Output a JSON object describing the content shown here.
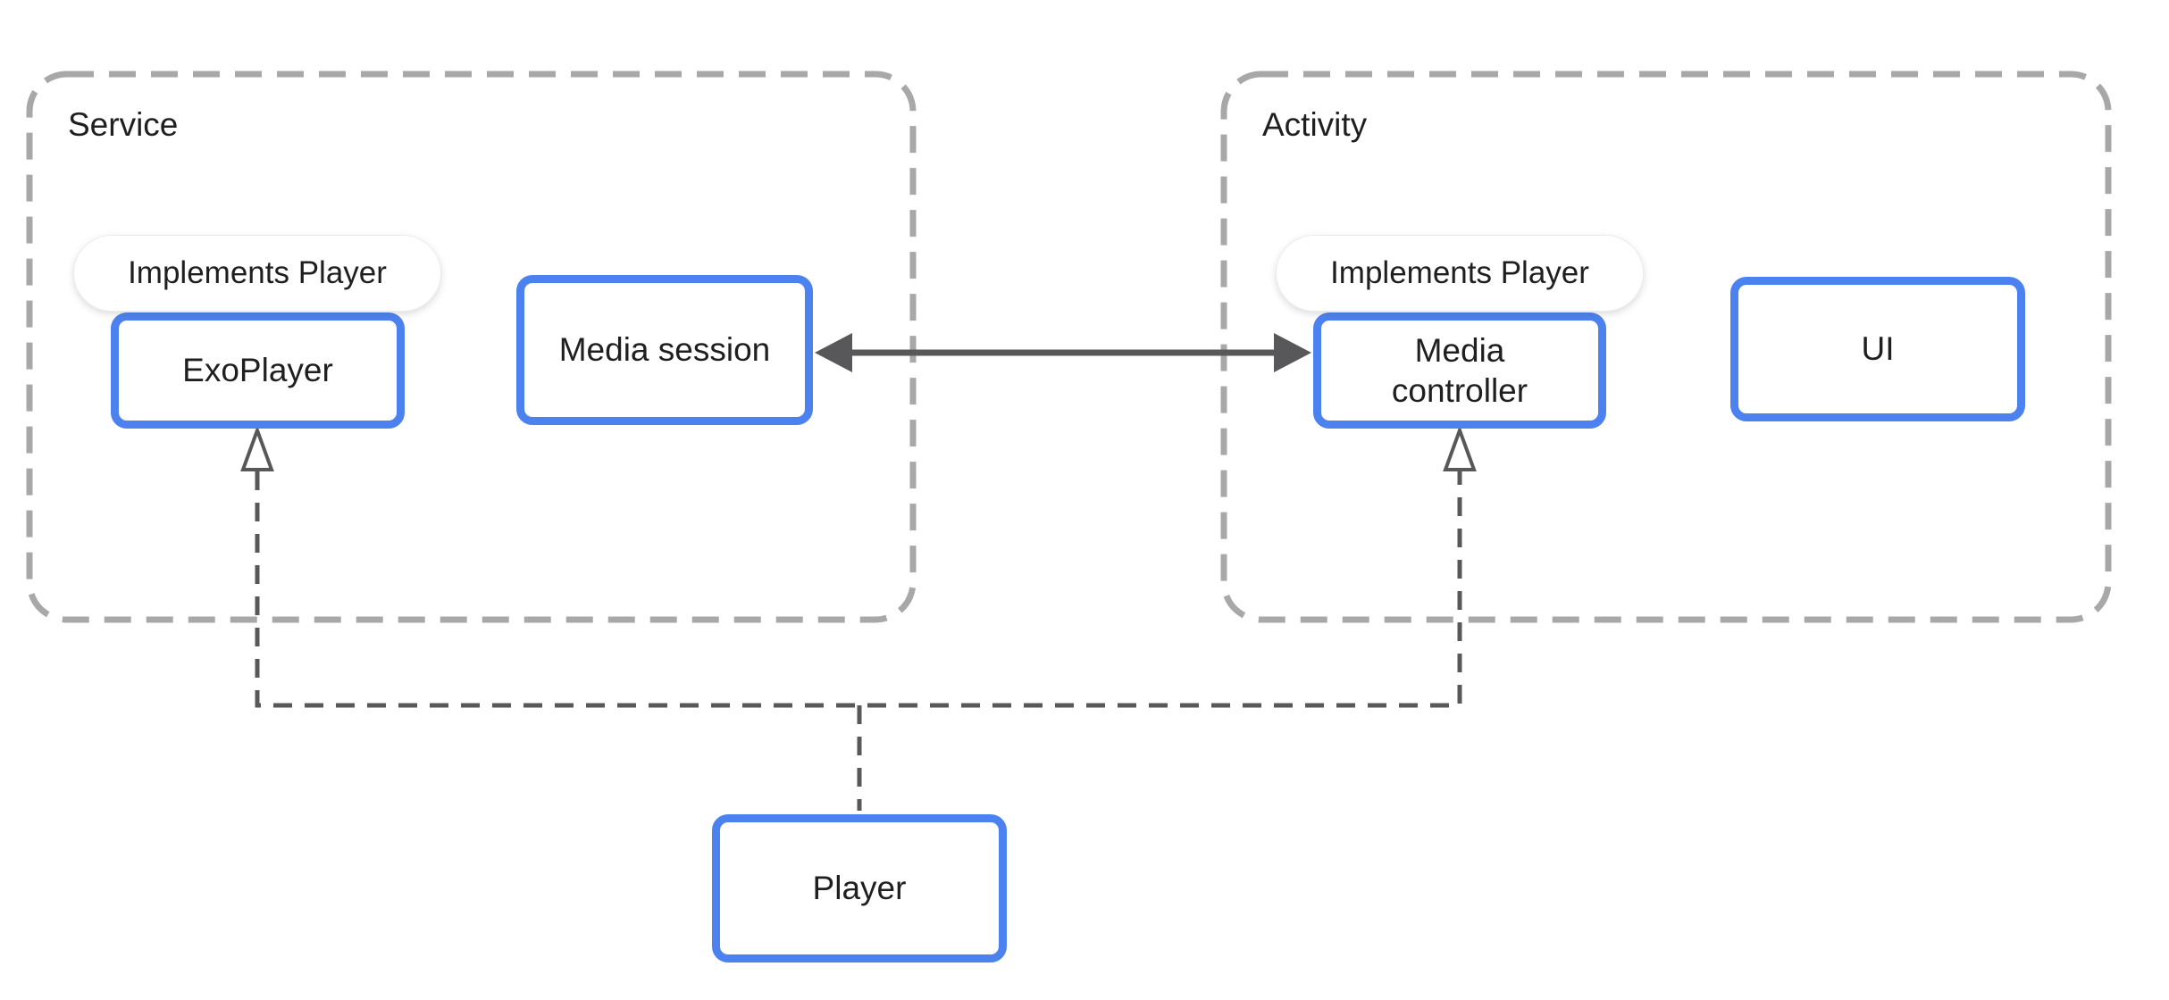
{
  "diagram": {
    "containers": {
      "service": {
        "label": "Service"
      },
      "activity": {
        "label": "Activity"
      }
    },
    "nodes": {
      "exoplayer": {
        "label": "ExoPlayer"
      },
      "media_session": {
        "label": "Media session"
      },
      "media_controller": {
        "label": "Media controller"
      },
      "ui": {
        "label": "UI"
      },
      "player": {
        "label": "Player"
      }
    },
    "badges": {
      "exoplayer": {
        "label": "Implements Player"
      },
      "media_controller": {
        "label": "Implements Player"
      }
    },
    "connections": [
      {
        "from": "media_session",
        "to": "media_controller",
        "style": "solid",
        "arrows": "both"
      },
      {
        "from": "player",
        "to": "exoplayer",
        "style": "dashed",
        "arrows": "end-hollow"
      },
      {
        "from": "player",
        "to": "media_controller",
        "style": "dashed",
        "arrows": "end-hollow"
      }
    ]
  },
  "colors": {
    "node_border": "#4c82f0",
    "container_border": "#a8a8a8",
    "connector": "#58585a",
    "text": "#1f1f1f",
    "badge_bg": "#ffffff",
    "canvas_bg": "#ffffff"
  }
}
